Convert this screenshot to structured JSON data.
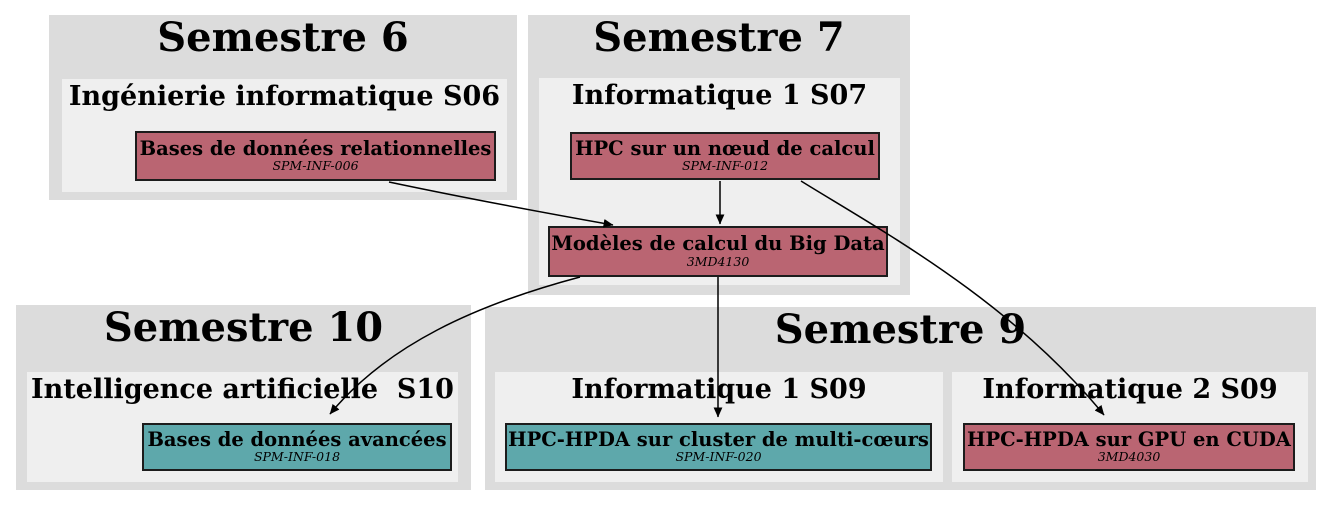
{
  "colors": {
    "cluster_outer": "#dcdcdc",
    "cluster_inner": "#efefef",
    "node_red": "#ba6572",
    "node_teal": "#5ea8ab",
    "node_border": "#1c1c1c",
    "edge": "#000000",
    "text": "#000000"
  },
  "diagram": {
    "semesters": [
      {
        "title": "Semestre 6",
        "groups": [
          {
            "title": "Ingénierie informatique S06",
            "courses": [
              {
                "name": "Bases de données relationnelles",
                "code": "SPM-INF-006",
                "color": "red"
              }
            ]
          }
        ]
      },
      {
        "title": "Semestre 7",
        "groups": [
          {
            "title": "Informatique 1 S07",
            "courses": [
              {
                "name": "HPC sur un nœud de calcul",
                "code": "SPM-INF-012",
                "color": "red"
              },
              {
                "name": "Modèles de calcul du Big Data",
                "code": "3MD4130",
                "color": "red"
              }
            ]
          }
        ]
      },
      {
        "title": "Semestre 10",
        "groups": [
          {
            "title": "Intelligence artificielle  S10",
            "courses": [
              {
                "name": "Bases de données avancées",
                "code": "SPM-INF-018",
                "color": "teal"
              }
            ]
          }
        ]
      },
      {
        "title": "Semestre 9",
        "groups": [
          {
            "title": "Informatique 1 S09",
            "courses": [
              {
                "name": "HPC-HPDA sur cluster de multi-cœurs",
                "code": "SPM-INF-020",
                "color": "teal"
              }
            ]
          },
          {
            "title": "Informatique 2 S09",
            "courses": [
              {
                "name": "HPC-HPDA sur GPU en CUDA",
                "code": "3MD4030",
                "color": "red"
              }
            ]
          }
        ]
      }
    ],
    "edges": [
      {
        "from": "SPM-INF-006",
        "to": "3MD4130"
      },
      {
        "from": "SPM-INF-012",
        "to": "3MD4130"
      },
      {
        "from": "SPM-INF-012",
        "to": "3MD4030"
      },
      {
        "from": "3MD4130",
        "to": "SPM-INF-018"
      },
      {
        "from": "3MD4130",
        "to": "SPM-INF-020"
      }
    ]
  }
}
